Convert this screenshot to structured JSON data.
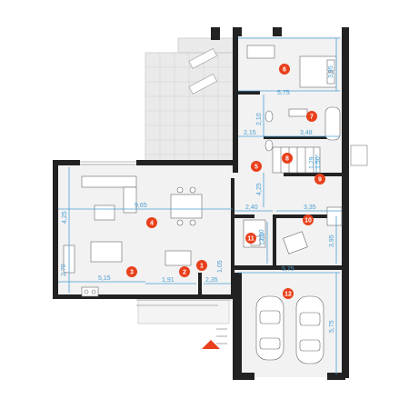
{
  "plan": {
    "room_badges": [
      "1",
      "2",
      "3",
      "4",
      "5",
      "6",
      "7",
      "8",
      "9",
      "10",
      "11",
      "12"
    ],
    "dimensions": {
      "d_575_top": "5,75",
      "d_395_bed": "3,95",
      "d_210": "2,10",
      "d_215": "2,15",
      "d_348": "3,48",
      "d_965": "9,65",
      "d_425_left": "4,25",
      "d_425_mid": "4,25",
      "d_240": "2,40",
      "d_335": "3,35",
      "d_395_r10": "3,95",
      "d_165": "1,65",
      "d_270": "2,70",
      "d_515": "5,15",
      "d_191": "1,91",
      "d_235": "2,35",
      "d_105": "1,05",
      "d_575_garage": "5,75",
      "d_575_vert": "5,75",
      "d_200": "2,00",
      "d_129": "1,29",
      "d_150": "1,50"
    },
    "colors": {
      "wall": "#222222",
      "floor": "#f2f2f2",
      "terrace": "#e6e6e6",
      "dimension": "#4a9fd3",
      "badge": "#e8401c",
      "entry_arrow": "#e8401c"
    },
    "icons": [
      "bed-icon",
      "car-icon",
      "sofa-icon",
      "dining-table-icon",
      "stove-icon",
      "bathtub-icon",
      "toilet-icon",
      "armchair-icon",
      "entry-arrow-icon"
    ]
  }
}
